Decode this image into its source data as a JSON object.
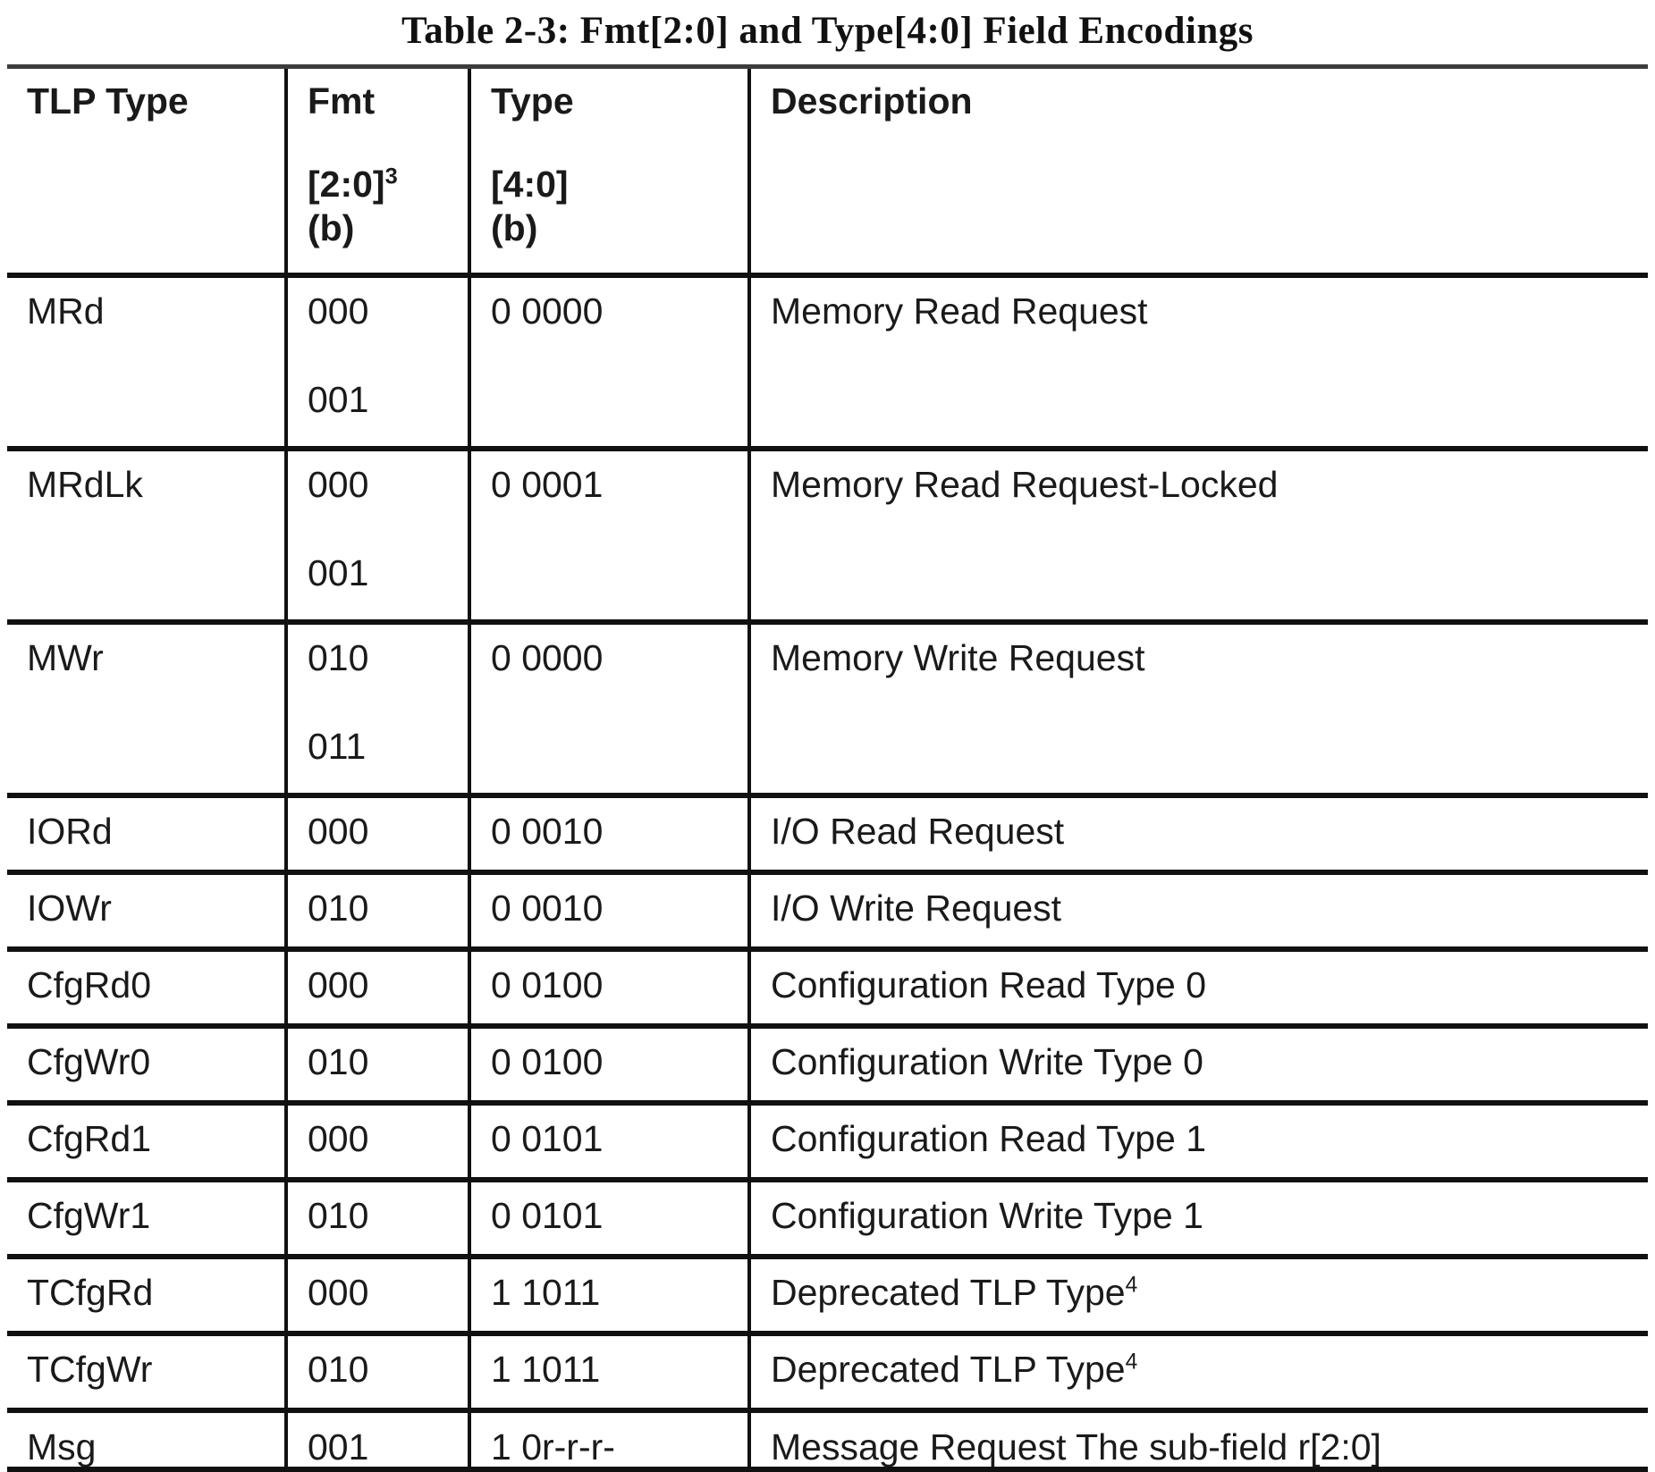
{
  "caption": "Table 2-3:  Fmt[2:0] and Type[4:0] Field Encodings",
  "table": {
    "headers": {
      "tlp_type": "TLP Type",
      "fmt_main": "Fmt",
      "fmt_sub1": "[2:0]",
      "fmt_sub1_footnote": "3",
      "fmt_sub2": "(b)",
      "type_main": "Type",
      "type_sub1": "[4:0]",
      "type_sub2": "(b)",
      "description": "Description"
    },
    "rows": [
      {
        "tlp_type": "MRd",
        "fmt": "000",
        "fmt2": "001",
        "type": "0 0000",
        "description": "Memory Read Request",
        "footnote": ""
      },
      {
        "tlp_type": "MRdLk",
        "fmt": "000",
        "fmt2": "001",
        "type": "0 0001",
        "description": "Memory Read Request-Locked",
        "footnote": ""
      },
      {
        "tlp_type": "MWr",
        "fmt": "010",
        "fmt2": "011",
        "type": "0 0000",
        "description": "Memory Write Request",
        "footnote": ""
      },
      {
        "tlp_type": "IORd",
        "fmt": "000",
        "fmt2": "",
        "type": "0 0010",
        "description": "I/O Read Request",
        "footnote": ""
      },
      {
        "tlp_type": "IOWr",
        "fmt": "010",
        "fmt2": "",
        "type": "0 0010",
        "description": "I/O Write Request",
        "footnote": ""
      },
      {
        "tlp_type": "CfgRd0",
        "fmt": "000",
        "fmt2": "",
        "type": "0 0100",
        "description": "Configuration Read Type 0",
        "footnote": ""
      },
      {
        "tlp_type": "CfgWr0",
        "fmt": "010",
        "fmt2": "",
        "type": "0 0100",
        "description": "Configuration Write Type 0",
        "footnote": ""
      },
      {
        "tlp_type": "CfgRd1",
        "fmt": "000",
        "fmt2": "",
        "type": "0 0101",
        "description": "Configuration Read Type 1",
        "footnote": ""
      },
      {
        "tlp_type": "CfgWr1",
        "fmt": "010",
        "fmt2": "",
        "type": "0 0101",
        "description": "Configuration Write Type 1",
        "footnote": ""
      },
      {
        "tlp_type": "TCfgRd",
        "fmt": "000",
        "fmt2": "",
        "type": "1 1011",
        "description": "Deprecated TLP Type",
        "footnote": "4"
      },
      {
        "tlp_type": "TCfgWr",
        "fmt": "010",
        "fmt2": "",
        "type": "1 1011",
        "description": "Deprecated TLP Type",
        "footnote": "4"
      },
      {
        "tlp_type": "Msg",
        "fmt": "001",
        "fmt2": "",
        "type": "1 0r-r-r-",
        "description": "Message Request   The sub-field r[2:0]",
        "footnote": ""
      }
    ]
  }
}
